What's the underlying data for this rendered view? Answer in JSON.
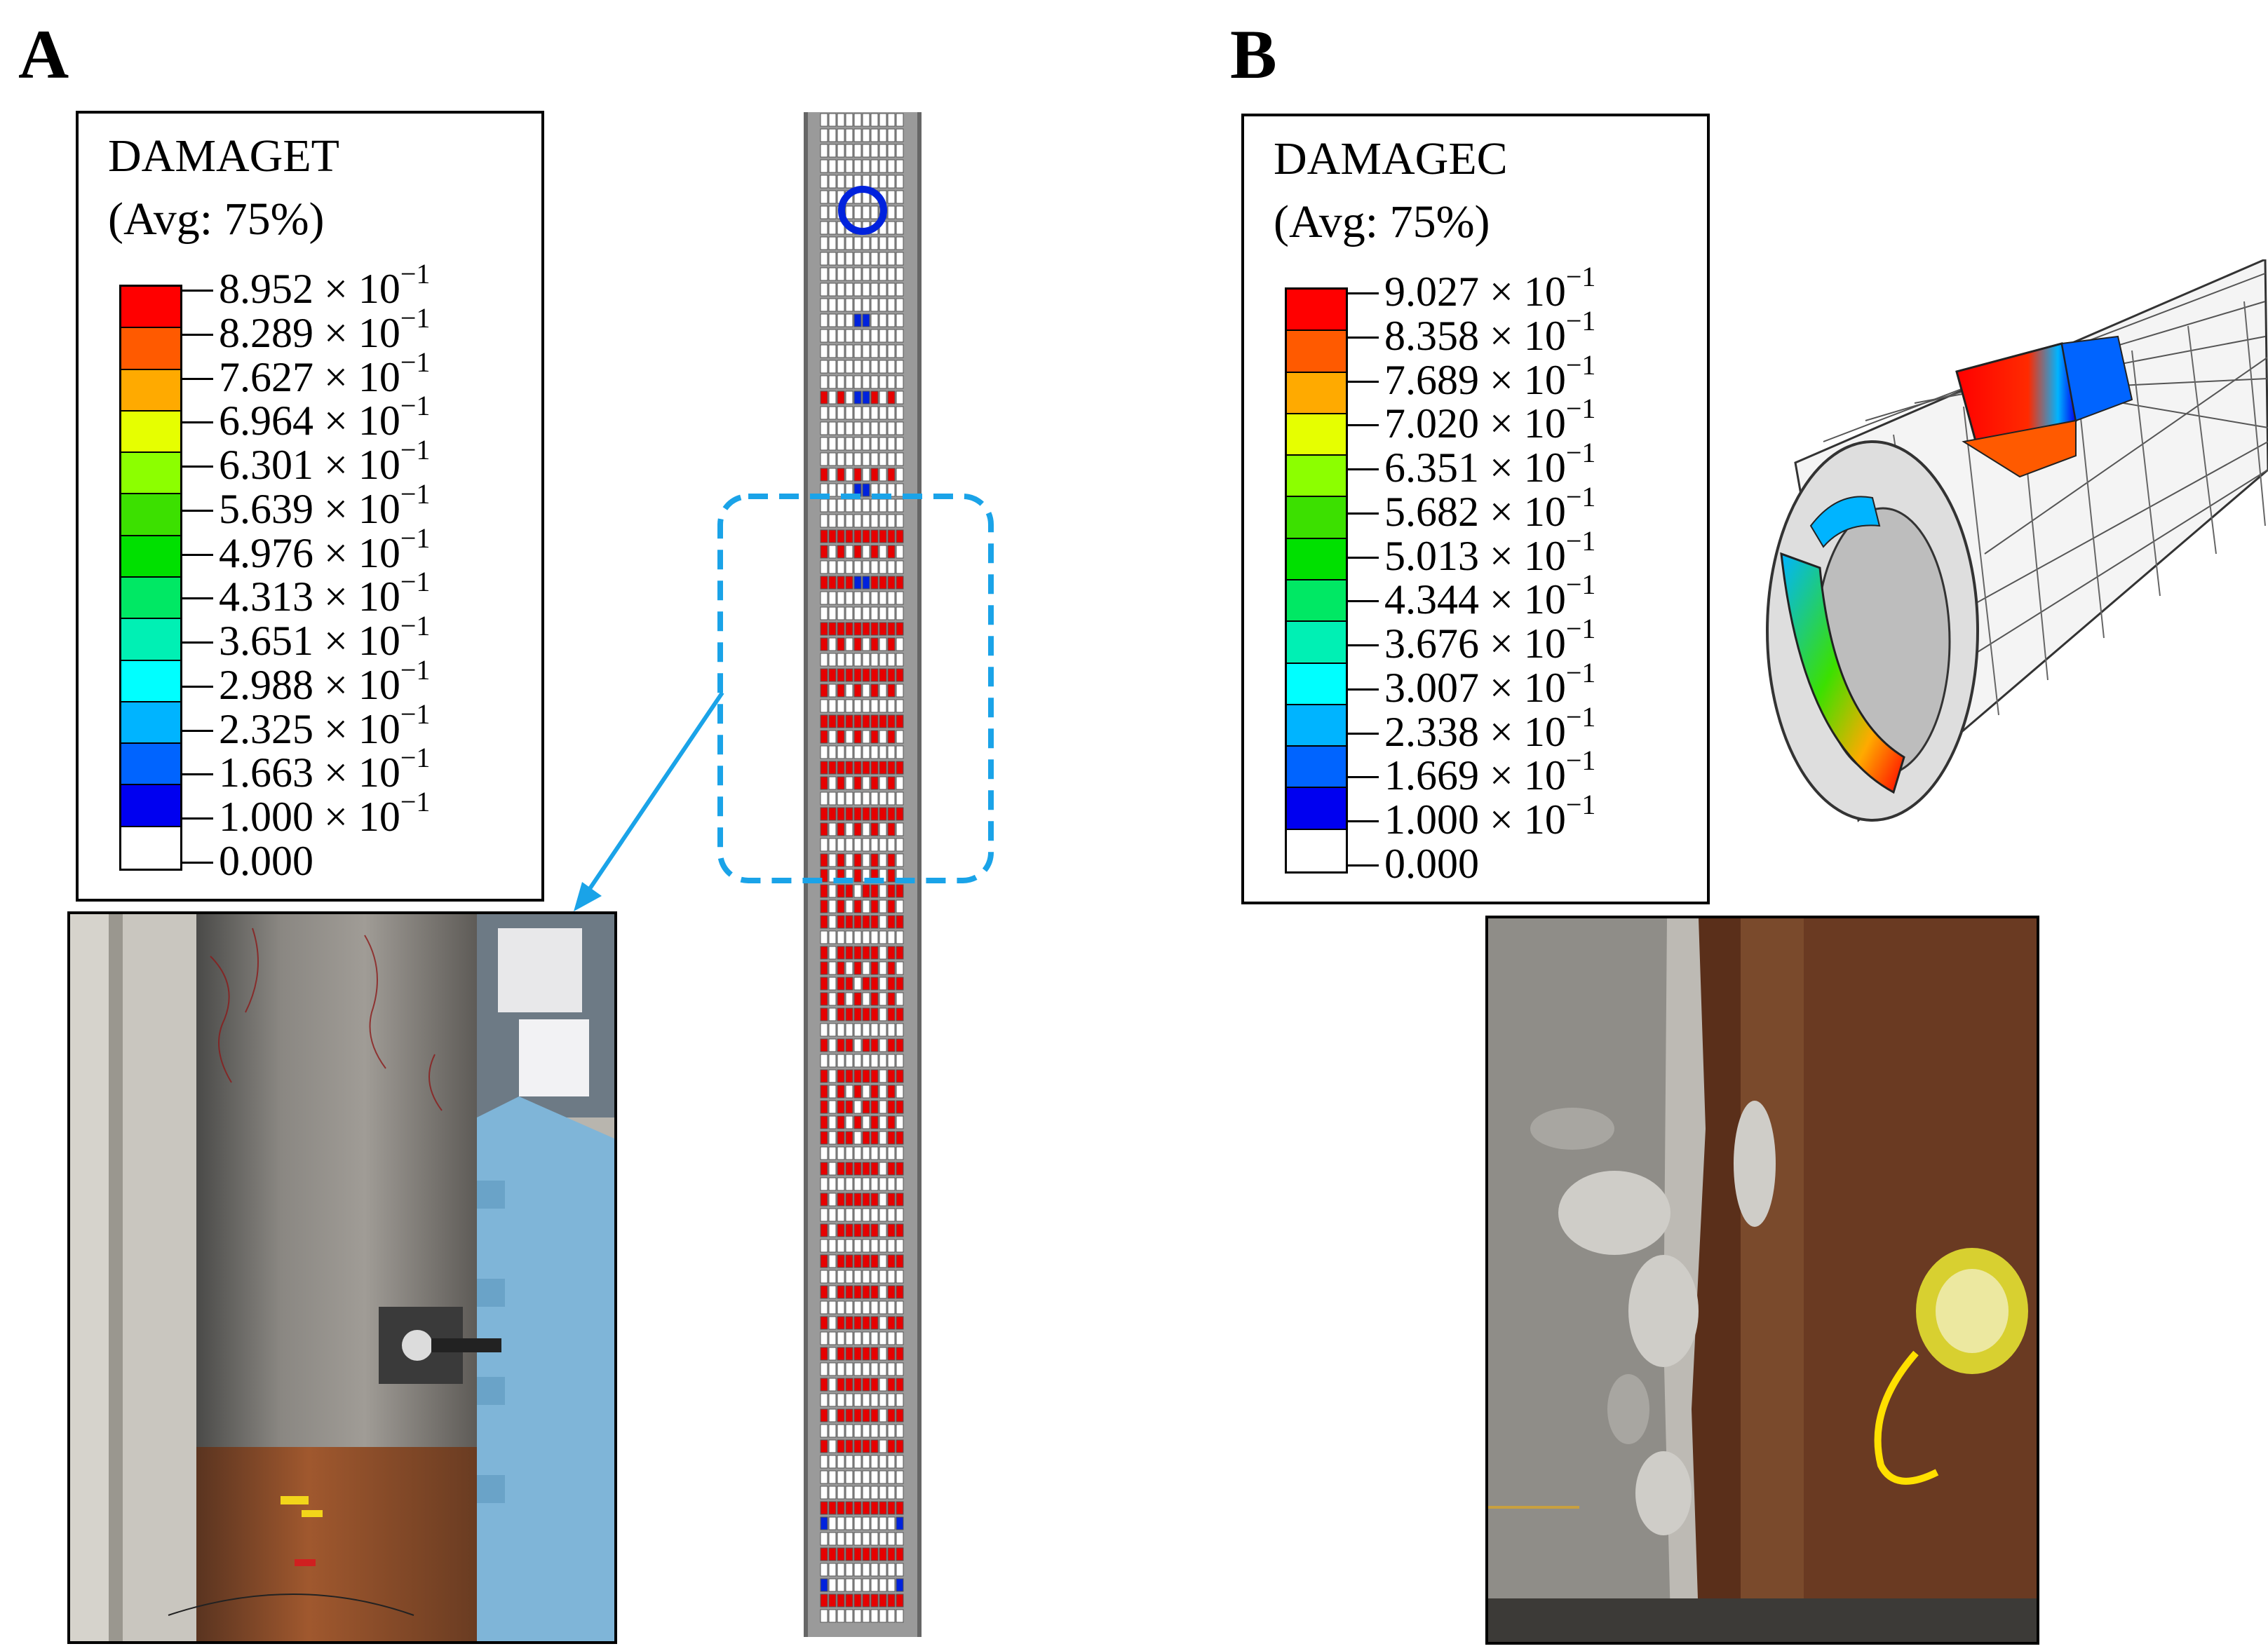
{
  "panels": {
    "a": {
      "letter": "A",
      "legend": {
        "variable": "DAMAGET",
        "average": "(Avg: 75%)",
        "labels": [
          {
            "mantissa": "8.952 × 10",
            "exp": "−1"
          },
          {
            "mantissa": "8.289 × 10",
            "exp": "−1"
          },
          {
            "mantissa": "7.627 × 10",
            "exp": "−1"
          },
          {
            "mantissa": "6.964 × 10",
            "exp": "−1"
          },
          {
            "mantissa": "6.301 × 10",
            "exp": "−1"
          },
          {
            "mantissa": "5.639 × 10",
            "exp": "−1"
          },
          {
            "mantissa": "4.976 × 10",
            "exp": "−1"
          },
          {
            "mantissa": "4.313 × 10",
            "exp": "−1"
          },
          {
            "mantissa": "3.651 × 10",
            "exp": "−1"
          },
          {
            "mantissa": "2.988 × 10",
            "exp": "−1"
          },
          {
            "mantissa": "2.325 × 10",
            "exp": "−1"
          },
          {
            "mantissa": "1.663 × 10",
            "exp": "−1"
          },
          {
            "mantissa": "1.000 × 10",
            "exp": "−1"
          },
          {
            "mantissa": "0.000",
            "exp": ""
          }
        ]
      }
    },
    "b": {
      "letter": "B",
      "legend": {
        "variable": "DAMAGEC",
        "average": "(Avg: 75%)",
        "labels": [
          {
            "mantissa": "9.027 × 10",
            "exp": "−1"
          },
          {
            "mantissa": "8.358 × 10",
            "exp": "−1"
          },
          {
            "mantissa": "7.689 × 10",
            "exp": "−1"
          },
          {
            "mantissa": "7.020 × 10",
            "exp": "−1"
          },
          {
            "mantissa": "6.351 × 10",
            "exp": "−1"
          },
          {
            "mantissa": "5.682 × 10",
            "exp": "−1"
          },
          {
            "mantissa": "5.013 × 10",
            "exp": "−1"
          },
          {
            "mantissa": "4.344 × 10",
            "exp": "−1"
          },
          {
            "mantissa": "3.676 × 10",
            "exp": "−1"
          },
          {
            "mantissa": "3.007 × 10",
            "exp": "−1"
          },
          {
            "mantissa": "2.338 × 10",
            "exp": "−1"
          },
          {
            "mantissa": "1.669 × 10",
            "exp": "−1"
          },
          {
            "mantissa": "1.000 × 10",
            "exp": "−1"
          },
          {
            "mantissa": "0.000",
            "exp": ""
          }
        ]
      }
    }
  },
  "colors": {
    "contour": [
      "#ff0000",
      "#ff5a00",
      "#ffaa00",
      "#e6ff00",
      "#8cff00",
      "#3ce000",
      "#00e000",
      "#00e864",
      "#00f0b4",
      "#00ffff",
      "#00b4ff",
      "#0064ff",
      "#0000f0",
      "#ffffff"
    ],
    "callout": "#1aa3e8",
    "mesh_red": "#e60000",
    "mesh_blue": "#0022dd"
  }
}
